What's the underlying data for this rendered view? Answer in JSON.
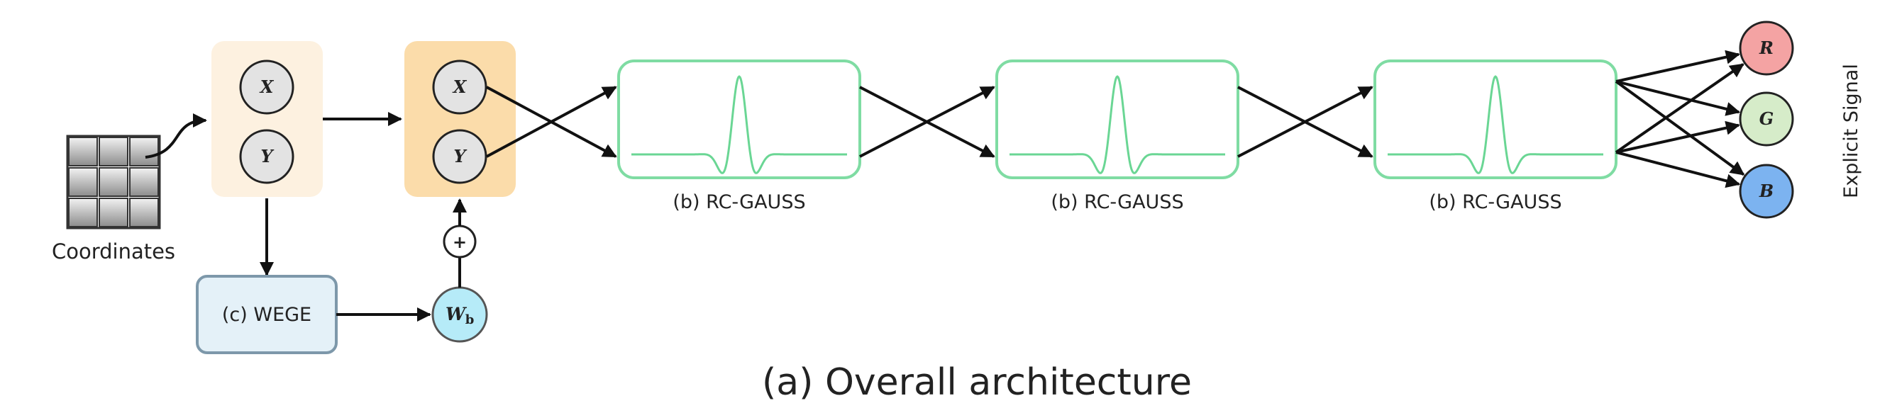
{
  "coordinates_label": "Coordinates",
  "input_nodes": {
    "x": "X",
    "y": "Y"
  },
  "wege_label": "(c) WEGE",
  "bias_node": {
    "main": "W",
    "sub": "b"
  },
  "plus_symbol": "+",
  "rc_gauss_blocks": [
    {
      "label": "(b) RC-GAUSS"
    },
    {
      "label": "(b) RC-GAUSS"
    },
    {
      "label": "(b) RC-GAUSS"
    }
  ],
  "output_nodes": [
    {
      "label": "R",
      "color": "#f4a3a3"
    },
    {
      "label": "G",
      "color": "#d6ecc9"
    },
    {
      "label": "B",
      "color": "#7cb3f0"
    }
  ],
  "explicit_signal_label": "Explicit Signal",
  "caption": "(a) Overall architecture",
  "colors": {
    "input_box": "#fdf1e0",
    "input_box_active": "#fbdcaa",
    "node_fill": "#e3e3e3",
    "wege_fill": "#e4f1f8",
    "wege_border": "#7d98aa",
    "bias_fill": "#b6ebf8",
    "rc_border": "#7fdca3",
    "wave": "#6ad694",
    "line": "#111111"
  }
}
